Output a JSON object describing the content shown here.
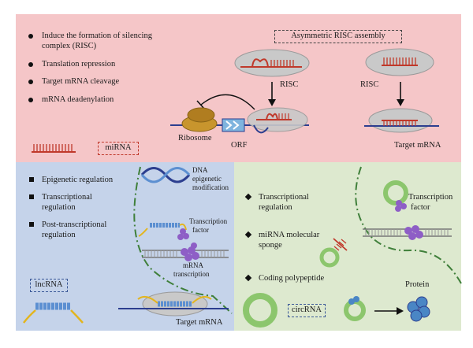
{
  "mirna_panel": {
    "functions": [
      "Induce the formation of silencing",
      "complex (RISC)",
      "Translation repression",
      "Target mRNA cleavage",
      "mRNA deadenylation"
    ],
    "asymmetric_label": "Asymmetric RISC assembly",
    "risc_left": "RISC",
    "risc_right": "RISC",
    "ribosome": "Ribosome",
    "orf": "ORF",
    "target_mrna": "Target mRNA",
    "tag": "miRNA"
  },
  "lncrna_panel": {
    "functions": [
      "Epigenetic regulation",
      "Transcriptional",
      "regulation",
      "Post-transcriptional",
      "regulation"
    ],
    "dna_label": [
      "DNA",
      "epigenetic",
      "modification"
    ],
    "tf_label": [
      "Transcription",
      "factor"
    ],
    "mrna_tx_label": [
      "mRNA",
      "transcription"
    ],
    "tag": "lncRNA",
    "target_mrna": "Target mRNA"
  },
  "circrna_panel": {
    "functions": [
      "Transcriptional",
      "regulation",
      "miRNA molecular",
      "sponge",
      "Coding polypeptide"
    ],
    "tf_label": [
      "Transcription",
      "factor"
    ],
    "protein": "Protein",
    "tag": "circRNA"
  },
  "colors": {
    "mirna_bg": "#f5c6c8",
    "lncrna_bg": "#c5d3ea",
    "circrna_bg": "#dde9cf",
    "mirna_red": "#c0392b",
    "circ_green": "#8cc66d",
    "purple": "#8e5ec6",
    "blue_mrna": "#2c3e8f"
  }
}
